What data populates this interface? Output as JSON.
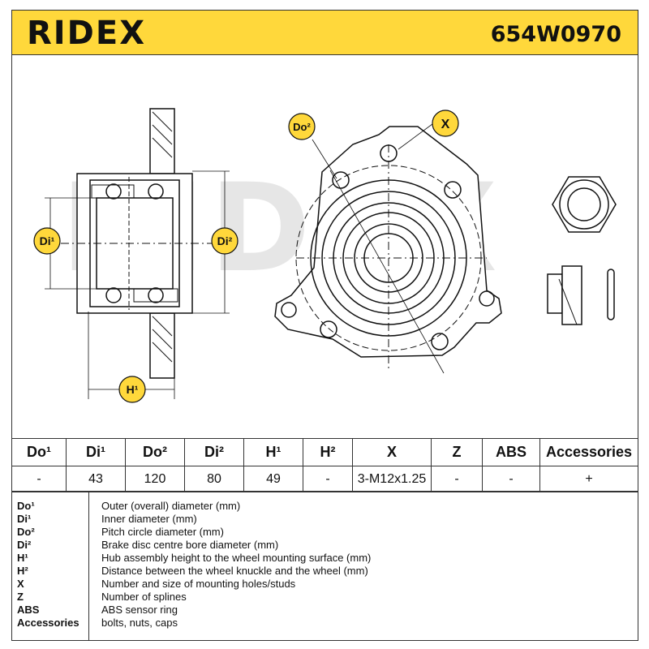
{
  "header": {
    "brand": "RIDEX",
    "part_number": "654W0970",
    "accent_color": "#ffd83b"
  },
  "drawing": {
    "watermark": "RIDEX",
    "callouts": {
      "do2": "Do²",
      "x": "X",
      "di1": "Di¹",
      "di2": "Di²",
      "h1": "H¹"
    }
  },
  "spec_table": {
    "headers": [
      "Do¹",
      "Di¹",
      "Do²",
      "Di²",
      "H¹",
      "H²",
      "X",
      "Z",
      "ABS",
      "Accessories"
    ],
    "values": [
      "-",
      "43",
      "120",
      "80",
      "49",
      "-",
      "3-M12x1.25",
      "-",
      "-",
      "+"
    ]
  },
  "legend": [
    {
      "key": "Do¹",
      "desc": "Outer (overall) diameter (mm)"
    },
    {
      "key": "Di¹",
      "desc": "Inner diameter (mm)"
    },
    {
      "key": "Do²",
      "desc": "Pitch circle diameter (mm)"
    },
    {
      "key": "Di²",
      "desc": "Brake disc centre bore diameter (mm)"
    },
    {
      "key": "H¹",
      "desc": "Hub assembly height to the wheel mounting surface (mm)"
    },
    {
      "key": "H²",
      "desc": "Distance between the wheel knuckle and the wheel (mm)"
    },
    {
      "key": "X",
      "desc": "Number and size of mounting holes/studs"
    },
    {
      "key": "Z",
      "desc": "Number of splines"
    },
    {
      "key": "ABS",
      "desc": "ABS sensor ring"
    },
    {
      "key": "Accessories",
      "desc": "bolts, nuts, caps"
    }
  ]
}
